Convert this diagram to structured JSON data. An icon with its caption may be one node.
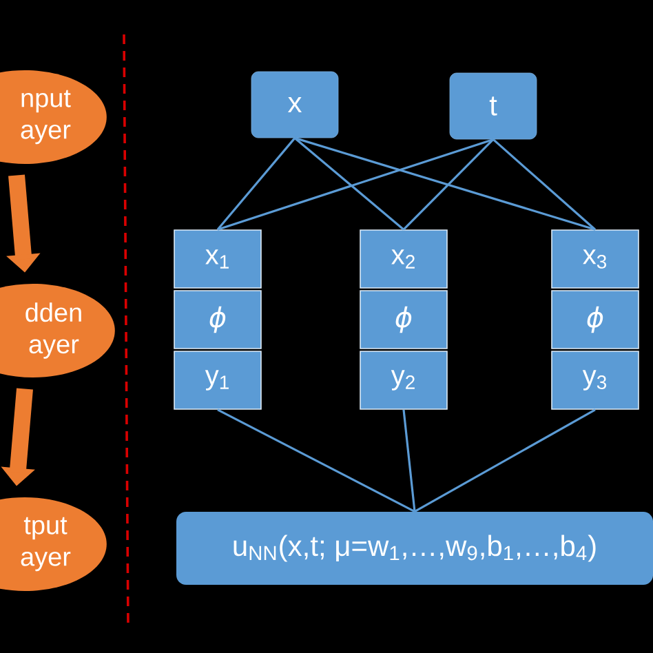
{
  "diagram": {
    "nodes": [
      {
        "text": [
          "nput ayer"
        ]
      },
      {
        "text": [
          "dden ayer"
        ]
      },
      {
        "text": [
          "tput ayer"
        ]
      },
      {
        "text": [
          "x"
        ]
      },
      {
        "text": [
          "t"
        ]
      },
      {
        "text": [
          "x$_{1}$"
        ]
      },
      {
        "text": [
          "ϕ"
        ]
      },
      {
        "text": [
          "y$_{1}$"
        ]
      },
      {
        "text": [
          "x$_{2}$"
        ]
      },
      {
        "text": [
          "ϕ"
        ]
      },
      {
        "text": [
          "y$_{2}$"
        ]
      },
      {
        "text": [
          "x$_{3}$"
        ]
      },
      {
        "text": [
          "ϕ"
        ]
      },
      {
        "text": [
          "y$_{3}$"
        ]
      },
      {
        "text": [
          "u$_{NN}$(x,t; μ=w$_{1}$,…,w$_{9}$,b$_{1}$,…,b$_{4}$)"
        ]
      }
    ],
    "edges": [
      {
        "from": 0,
        "to": 1,
        "arrow": "to",
        "style": "thick",
        "color": "#ed7d31"
      },
      {
        "from": 1,
        "to": 2,
        "arrow": "to",
        "style": "thick",
        "color": "#ed7d31"
      },
      {
        "from": 3,
        "to": 5,
        "arrow": "none"
      },
      {
        "from": 3,
        "to": 8,
        "arrow": "none"
      },
      {
        "from": 3,
        "to": 11,
        "arrow": "none"
      },
      {
        "from": 4,
        "to": 5,
        "arrow": "none"
      },
      {
        "from": 4,
        "to": 8,
        "arrow": "none"
      },
      {
        "from": 4,
        "to": 11,
        "arrow": "none"
      },
      {
        "from": 7,
        "to": 14,
        "arrow": "none"
      },
      {
        "from": 10,
        "to": 14,
        "arrow": "none"
      },
      {
        "from": 13,
        "to": 14,
        "arrow": "none"
      }
    ]
  }
}
